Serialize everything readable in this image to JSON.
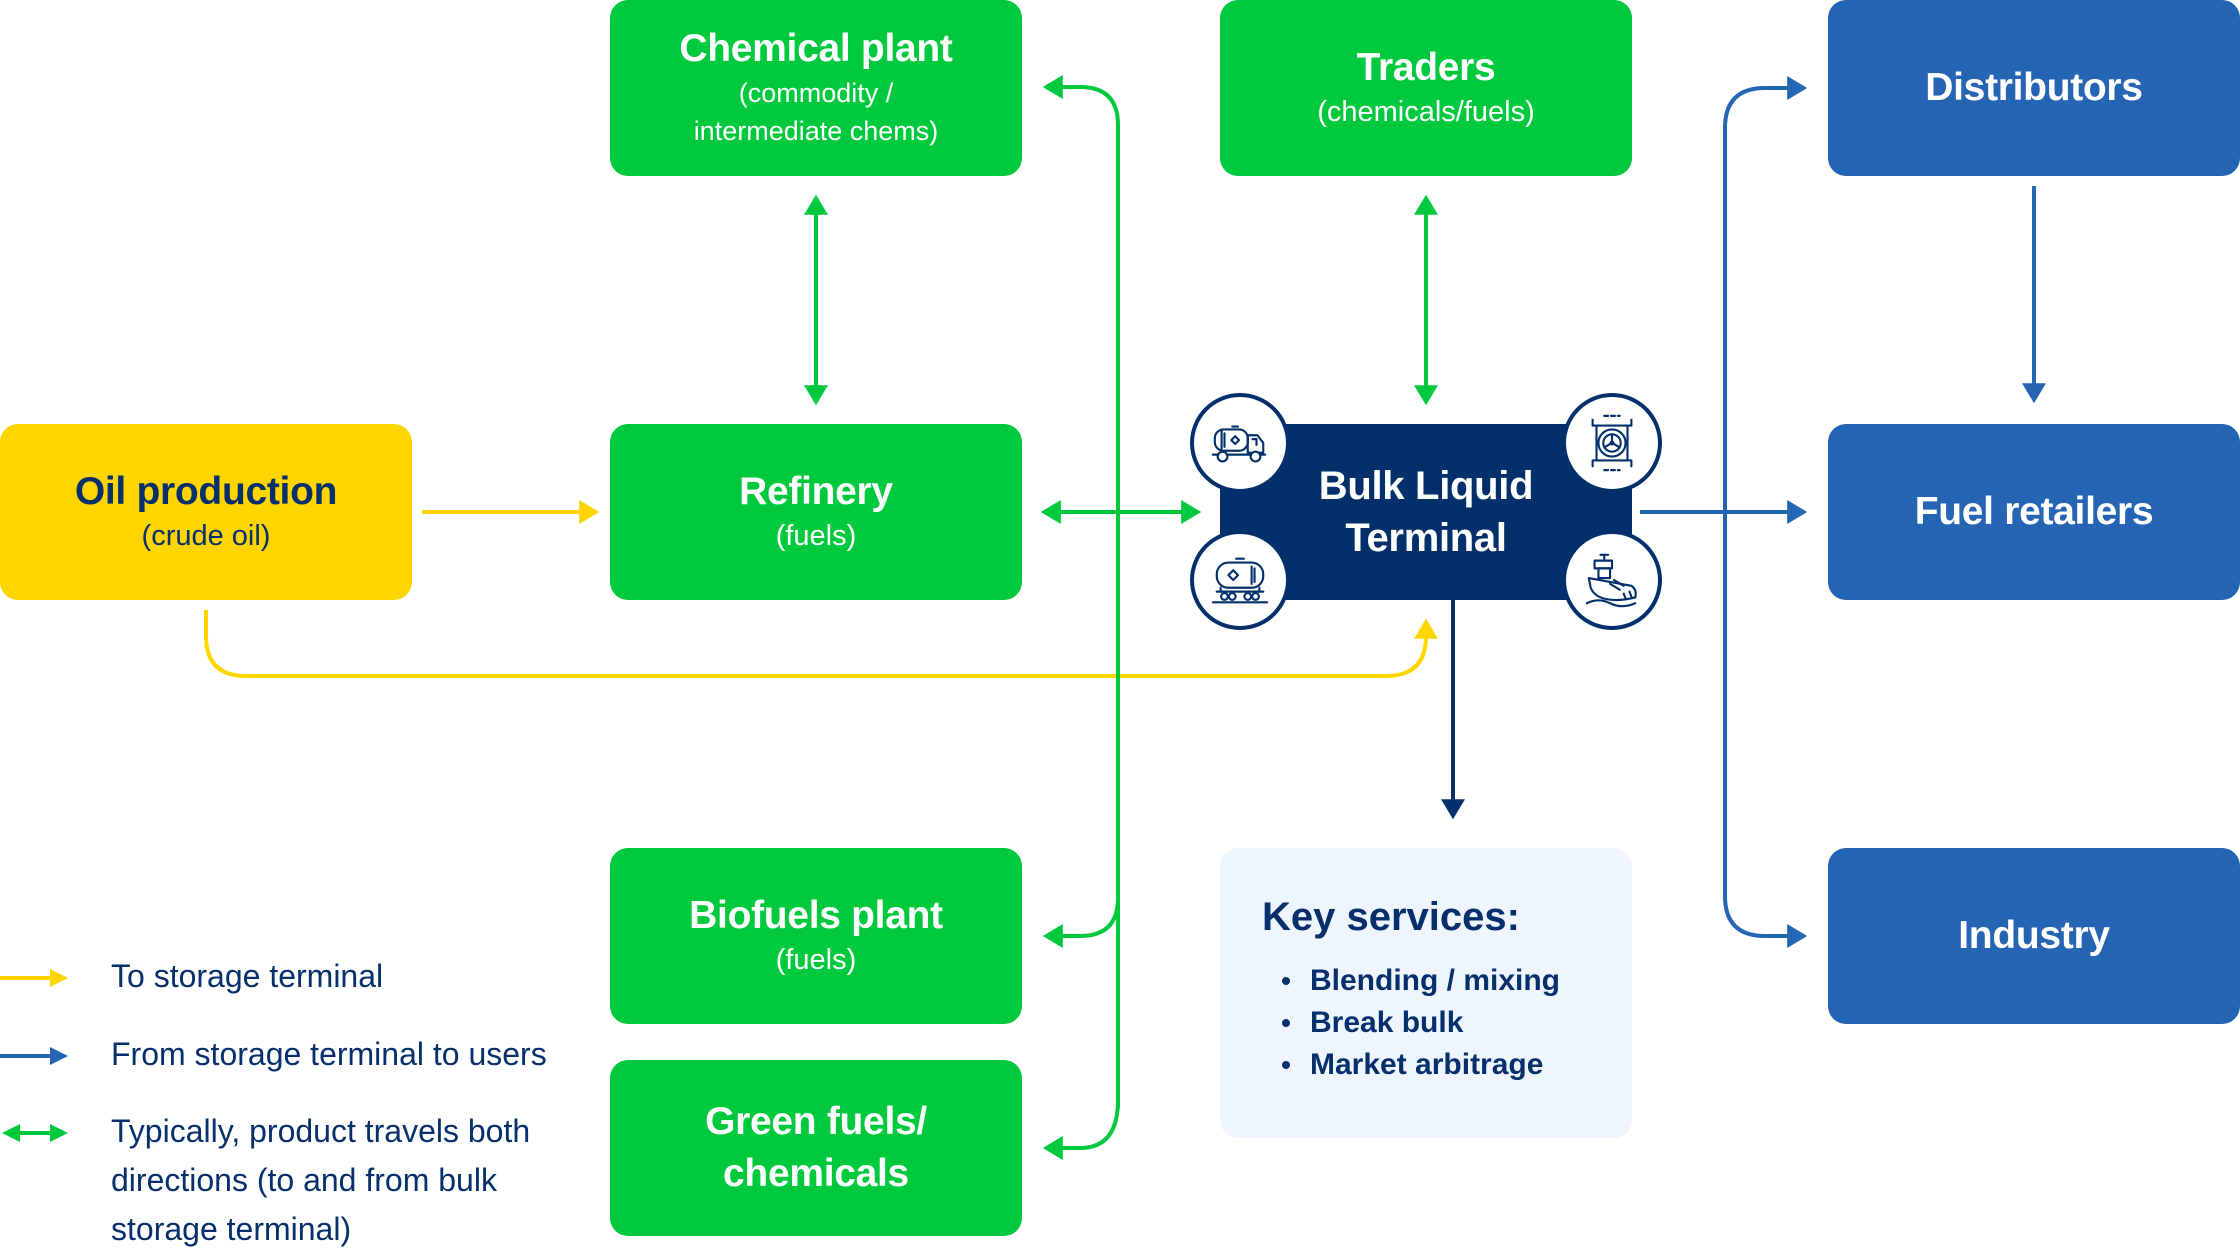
{
  "colors": {
    "green": "#00c93d",
    "yellow": "#ffd500",
    "blue": "#2664b4",
    "navy": "#03306b",
    "text_dark": "#062f6b",
    "services_bg": "#eef5fd"
  },
  "nodes": {
    "oil_production": {
      "title": "Oil production",
      "subtitle": "(crude oil)"
    },
    "chemical_plant": {
      "title": "Chemical plant",
      "subtitle_1": "(commodity /",
      "subtitle_2": "intermediate chems)"
    },
    "refinery": {
      "title": "Refinery",
      "subtitle": "(fuels)"
    },
    "traders": {
      "title": "Traders",
      "subtitle": "(chemicals/fuels)"
    },
    "bulk_liquid_terminal": {
      "title_1": "Bulk Liquid",
      "title_2": "Terminal",
      "icons": [
        "tanker-truck-icon",
        "valve-icon",
        "rail-tank-car-icon",
        "tanker-ship-icon"
      ]
    },
    "biofuels_plant": {
      "title": "Biofuels plant",
      "subtitle": "(fuels)"
    },
    "green_fuels": {
      "title_1": "Green fuels/",
      "title_2": "chemicals"
    },
    "distributors": {
      "title": "Distributors"
    },
    "fuel_retailers": {
      "title": "Fuel retailers"
    },
    "industry": {
      "title": "Industry"
    }
  },
  "key_services": {
    "heading": "Key services:",
    "items": [
      "Blending / mixing",
      "Break bulk",
      "Market arbitrage"
    ]
  },
  "legend": [
    {
      "type": "to-terminal",
      "color": "yellow",
      "text": "To storage terminal"
    },
    {
      "type": "from-terminal",
      "color": "blue",
      "text": "From storage terminal to users"
    },
    {
      "type": "bidirectional",
      "color": "green",
      "text": "Typically, product travels both directions (to and from bulk storage terminal)"
    }
  ],
  "edges": [
    {
      "from": "Oil production",
      "to": "Refinery",
      "kind": "to-terminal"
    },
    {
      "from": "Oil production",
      "to": "Bulk Liquid Terminal",
      "kind": "to-terminal"
    },
    {
      "from": "Chemical plant",
      "to": "Refinery",
      "kind": "bidirectional"
    },
    {
      "from": "Refinery",
      "to": "Bulk Liquid Terminal",
      "kind": "bidirectional"
    },
    {
      "from": "Traders",
      "to": "Bulk Liquid Terminal",
      "kind": "bidirectional"
    },
    {
      "from": "Bulk Liquid Terminal",
      "to": "Chemical plant",
      "kind": "bidirectional"
    },
    {
      "from": "Bulk Liquid Terminal",
      "to": "Biofuels plant",
      "kind": "bidirectional"
    },
    {
      "from": "Bulk Liquid Terminal",
      "to": "Green fuels/chemicals",
      "kind": "bidirectional"
    },
    {
      "from": "Bulk Liquid Terminal",
      "to": "Fuel retailers",
      "kind": "from-terminal"
    },
    {
      "from": "Bulk Liquid Terminal",
      "to": "Distributors",
      "kind": "from-terminal"
    },
    {
      "from": "Bulk Liquid Terminal",
      "to": "Industry",
      "kind": "from-terminal"
    },
    {
      "from": "Distributors",
      "to": "Fuel retailers",
      "kind": "from-terminal"
    },
    {
      "from": "Bulk Liquid Terminal",
      "to": "Key services",
      "kind": "from-terminal"
    }
  ]
}
